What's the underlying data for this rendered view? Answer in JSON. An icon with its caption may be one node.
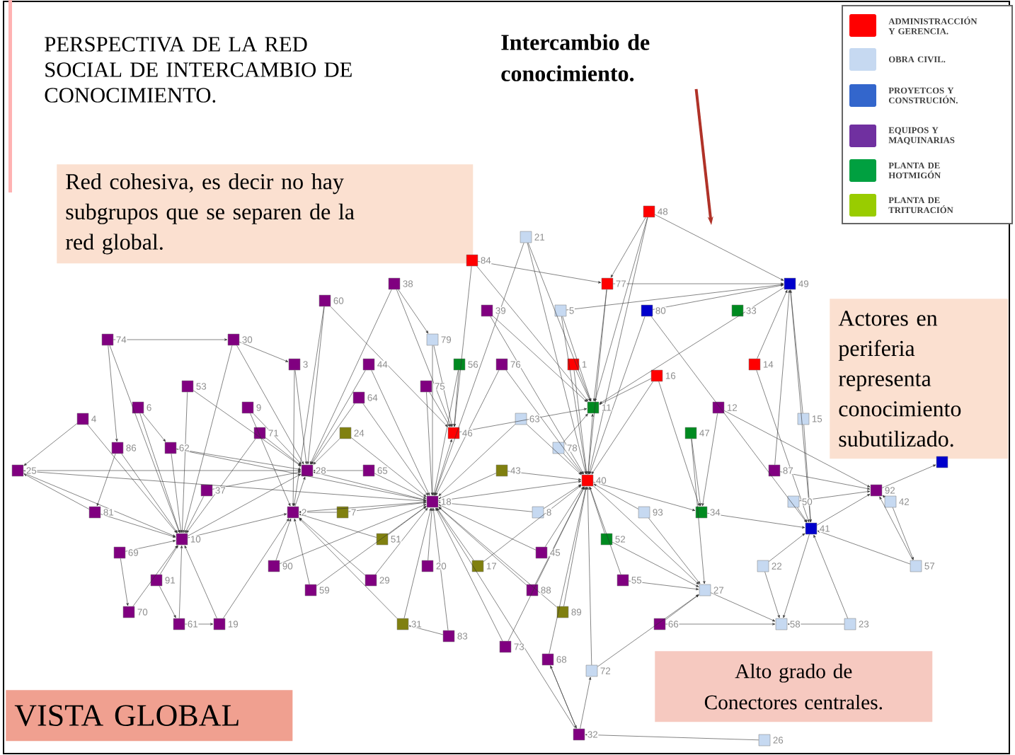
{
  "diagram": {
    "title": "PERSPECTIVA DE LA RED SOCIAL DE INTERCAMBIO DE CONOCIMIENTO.",
    "nodes": [
      {
        "text": [
          "Intercambio de conocimiento."
        ]
      },
      {
        "text": [
          "Red cohesiva, es decir no hay subgrupos que se separen de la red global."
        ]
      },
      {
        "text": [
          "Actores en periferia representa conocimiento subutilizado."
        ]
      },
      {
        "text": [
          "Alto grado de Conectores centrales."
        ]
      },
      {
        "text": [
          "VISTA GLOBAL"
        ]
      },
      {
        "text": [],
        "shape": "box",
        "beside": [
          "48"
        ]
      },
      {
        "text": [],
        "shape": "box",
        "beside": [
          "21"
        ]
      },
      {
        "text": [],
        "shape": "box",
        "beside": [
          "84"
        ]
      },
      {
        "text": [],
        "shape": "box",
        "beside": [
          "38"
        ]
      },
      {
        "text": [],
        "shape": "box",
        "beside": [
          "77"
        ]
      },
      {
        "text": [],
        "shape": "box",
        "beside": [
          "49"
        ]
      },
      {
        "text": [],
        "shape": "box",
        "beside": [
          "60"
        ]
      },
      {
        "text": [],
        "shape": "box",
        "beside": [
          "39"
        ]
      },
      {
        "text": [],
        "shape": "box",
        "beside": [
          "5"
        ]
      },
      {
        "text": [],
        "shape": "box",
        "beside": [
          "80"
        ]
      },
      {
        "text": [],
        "shape": "box",
        "beside": [
          "33"
        ]
      },
      {
        "text": [],
        "shape": "box",
        "beside": [
          "74"
        ]
      },
      {
        "text": [],
        "shape": "box",
        "beside": [
          "30"
        ]
      },
      {
        "text": [],
        "shape": "box",
        "beside": [
          "79"
        ]
      },
      {
        "text": [],
        "shape": "box",
        "beside": [
          "3"
        ]
      },
      {
        "text": [],
        "shape": "box",
        "beside": [
          "44"
        ]
      },
      {
        "text": [],
        "shape": "box",
        "beside": [
          "56"
        ]
      },
      {
        "text": [],
        "shape": "box",
        "beside": [
          "76"
        ]
      },
      {
        "text": [],
        "shape": "box",
        "beside": [
          "1"
        ]
      },
      {
        "text": [],
        "shape": "box",
        "beside": [
          "14"
        ]
      },
      {
        "text": [],
        "shape": "box",
        "beside": [
          "16"
        ]
      },
      {
        "text": [],
        "shape": "box",
        "beside": [
          "53"
        ]
      },
      {
        "text": [],
        "shape": "box",
        "beside": [
          "75"
        ]
      },
      {
        "text": [],
        "shape": "box",
        "beside": [
          "64"
        ]
      },
      {
        "text": [],
        "shape": "box",
        "beside": [
          "6"
        ]
      },
      {
        "text": [],
        "shape": "box",
        "beside": [
          "9"
        ]
      },
      {
        "text": [],
        "shape": "box",
        "beside": [
          "11"
        ]
      },
      {
        "text": [],
        "shape": "box",
        "beside": [
          "12"
        ]
      },
      {
        "text": [],
        "shape": "box",
        "beside": [
          "4"
        ]
      },
      {
        "text": [],
        "shape": "box",
        "beside": [
          "63"
        ]
      },
      {
        "text": [],
        "shape": "box",
        "beside": [
          "15"
        ]
      },
      {
        "text": [],
        "shape": "box",
        "beside": [
          "71"
        ]
      },
      {
        "text": [],
        "shape": "box",
        "beside": [
          "24"
        ]
      },
      {
        "text": [],
        "shape": "box",
        "beside": [
          "46"
        ]
      },
      {
        "text": [],
        "shape": "box",
        "beside": [
          "47"
        ]
      },
      {
        "text": [],
        "shape": "box",
        "beside": [
          "86"
        ]
      },
      {
        "text": [],
        "shape": "box",
        "beside": [
          "62"
        ]
      },
      {
        "text": [],
        "shape": "box",
        "beside": [
          "78"
        ]
      },
      {
        "text": [],
        "shape": "box",
        "beside": [
          "25"
        ]
      },
      {
        "text": [],
        "shape": "box",
        "beside": [
          "28"
        ]
      },
      {
        "text": [],
        "shape": "box",
        "beside": [
          "65"
        ]
      },
      {
        "text": [],
        "shape": "box",
        "beside": [
          "43"
        ]
      },
      {
        "text": [],
        "shape": "box",
        "beside": [
          "87"
        ]
      },
      {
        "text": [],
        "shape": "box",
        "beside": [
          "40"
        ]
      },
      {
        "text": [],
        "shape": "box",
        "beside": [
          "37"
        ]
      },
      {
        "text": [],
        "shape": "box",
        "beside": [
          "92"
        ]
      },
      {
        "text": [],
        "shape": "box",
        "beside": [
          "18"
        ]
      },
      {
        "text": [],
        "shape": "box",
        "beside": [
          "50"
        ]
      },
      {
        "text": [],
        "shape": "box",
        "beside": [
          "42"
        ]
      },
      {
        "text": [],
        "shape": "box",
        "beside": [
          "81"
        ]
      },
      {
        "text": [],
        "shape": "box",
        "beside": [
          "2"
        ]
      },
      {
        "text": [],
        "shape": "box",
        "beside": [
          "7"
        ]
      },
      {
        "text": [],
        "shape": "box",
        "beside": [
          "8"
        ]
      },
      {
        "text": [],
        "shape": "box",
        "beside": [
          "93"
        ]
      },
      {
        "text": [],
        "shape": "box",
        "beside": [
          "34"
        ]
      },
      {
        "text": [],
        "shape": "box",
        "beside": [
          "41"
        ]
      },
      {
        "text": [],
        "shape": "box",
        "beside": [
          "10"
        ]
      },
      {
        "text": [],
        "shape": "box",
        "beside": [
          "51"
        ]
      },
      {
        "text": [],
        "shape": "box",
        "beside": [
          "52"
        ]
      },
      {
        "text": [],
        "shape": "box",
        "beside": [
          "69"
        ]
      },
      {
        "text": [],
        "shape": "box",
        "beside": [
          "45"
        ]
      },
      {
        "text": [],
        "shape": "box",
        "beside": [
          "90"
        ]
      },
      {
        "text": [],
        "shape": "box",
        "beside": [
          "20"
        ]
      },
      {
        "text": [],
        "shape": "box",
        "beside": [
          "17"
        ]
      },
      {
        "text": [],
        "shape": "box",
        "beside": [
          "22"
        ]
      },
      {
        "text": [],
        "shape": "box",
        "beside": [
          "57"
        ]
      },
      {
        "text": [],
        "shape": "box",
        "beside": [
          "91"
        ]
      },
      {
        "text": [],
        "shape": "box",
        "beside": [
          "29"
        ]
      },
      {
        "text": [],
        "shape": "box",
        "beside": [
          "55"
        ]
      },
      {
        "text": [],
        "shape": "box",
        "beside": [
          "59"
        ]
      },
      {
        "text": [],
        "shape": "box",
        "beside": [
          "88"
        ]
      },
      {
        "text": [],
        "shape": "box",
        "beside": [
          "27"
        ]
      },
      {
        "text": [],
        "shape": "box",
        "beside": [
          "70"
        ]
      },
      {
        "text": [],
        "shape": "box",
        "beside": [
          "89"
        ]
      },
      {
        "text": [],
        "shape": "box",
        "beside": [
          "61"
        ]
      },
      {
        "text": [],
        "shape": "box",
        "beside": [
          "19"
        ]
      },
      {
        "text": [],
        "shape": "box",
        "beside": [
          "31"
        ]
      },
      {
        "text": [],
        "shape": "box",
        "beside": [
          "66"
        ]
      },
      {
        "text": [],
        "shape": "box",
        "beside": [
          "58"
        ]
      },
      {
        "text": [],
        "shape": "box",
        "beside": [
          "23"
        ]
      },
      {
        "text": [],
        "shape": "box",
        "beside": [
          "83"
        ]
      },
      {
        "text": [],
        "shape": "box",
        "beside": [
          "73"
        ]
      },
      {
        "text": [],
        "shape": "box",
        "beside": [
          "68"
        ]
      },
      {
        "text": [],
        "shape": "box",
        "beside": [
          "72"
        ]
      },
      {
        "text": [],
        "shape": "box",
        "beside": [
          "32"
        ]
      },
      {
        "text": [],
        "shape": "box",
        "beside": [
          "26"
        ]
      },
      {
        "text": [],
        "shape": "box"
      }
    ],
    "edges": [
      {
        "from": 0,
        "to": null,
        "arrow": "to",
        "style": "thick",
        "color": "#b03228"
      },
      {
        "from": 5,
        "to": 31,
        "arrow": "to"
      },
      {
        "from": 5,
        "to": 48,
        "arrow": "to"
      },
      {
        "from": 5,
        "to": 10,
        "arrow": "to"
      },
      {
        "from": 5,
        "to": 9,
        "arrow": "to"
      },
      {
        "from": 6,
        "to": 31,
        "arrow": "to"
      },
      {
        "from": 6,
        "to": 48,
        "arrow": "to"
      },
      {
        "from": 6,
        "to": 51,
        "arrow": "to"
      },
      {
        "from": 7,
        "to": 38,
        "arrow": "to"
      },
      {
        "from": 7,
        "to": 31,
        "arrow": "to"
      },
      {
        "from": 7,
        "to": 9,
        "arrow": "to"
      },
      {
        "from": 8,
        "to": 38,
        "arrow": "to"
      },
      {
        "from": 8,
        "to": 44,
        "arrow": "to"
      },
      {
        "from": 8,
        "to": 18,
        "arrow": "to"
      },
      {
        "from": 9,
        "to": 31,
        "arrow": "to"
      },
      {
        "from": 9,
        "to": 48,
        "arrow": "to"
      },
      {
        "from": 9,
        "to": 10,
        "arrow": "to"
      },
      {
        "from": 11,
        "to": 44,
        "arrow": "to"
      },
      {
        "from": 11,
        "to": 55,
        "arrow": "to"
      },
      {
        "from": 11,
        "to": 38,
        "arrow": "to"
      },
      {
        "from": 12,
        "to": 31,
        "arrow": "to"
      },
      {
        "from": 12,
        "to": 48,
        "arrow": "to"
      },
      {
        "from": 13,
        "to": 31,
        "arrow": "to"
      },
      {
        "from": 13,
        "to": 48,
        "arrow": "to"
      },
      {
        "from": 13,
        "to": 10,
        "arrow": "to"
      },
      {
        "from": 14,
        "to": 10,
        "arrow": "to"
      },
      {
        "from": 14,
        "to": 48,
        "arrow": "to"
      },
      {
        "from": 14,
        "to": 60,
        "arrow": "to"
      },
      {
        "from": 16,
        "to": 17,
        "arrow": "to"
      },
      {
        "from": 16,
        "to": 61,
        "arrow": "to"
      },
      {
        "from": 16,
        "to": 40,
        "arrow": "to"
      },
      {
        "from": 17,
        "to": 61,
        "arrow": "to"
      },
      {
        "from": 17,
        "to": 44,
        "arrow": "to"
      },
      {
        "from": 17,
        "to": 19,
        "arrow": "to"
      },
      {
        "from": 18,
        "to": 38,
        "arrow": "to"
      },
      {
        "from": 18,
        "to": 51,
        "arrow": "to"
      },
      {
        "from": 19,
        "to": 44,
        "arrow": "to"
      },
      {
        "from": 19,
        "to": 55,
        "arrow": "to"
      },
      {
        "from": 20,
        "to": 44,
        "arrow": "to"
      },
      {
        "from": 20,
        "to": 51,
        "arrow": "to"
      },
      {
        "from": 21,
        "to": 38,
        "arrow": "to"
      },
      {
        "from": 21,
        "to": 51,
        "arrow": "to"
      },
      {
        "from": 22,
        "to": 48,
        "arrow": "to"
      },
      {
        "from": 22,
        "to": 51,
        "arrow": "to"
      },
      {
        "from": 23,
        "to": 31,
        "arrow": "to"
      },
      {
        "from": 23,
        "to": 48,
        "arrow": "to"
      },
      {
        "from": 24,
        "to": 10,
        "arrow": "to"
      },
      {
        "from": 24,
        "to": 60,
        "arrow": "to"
      },
      {
        "from": 25,
        "to": 31,
        "arrow": "to"
      },
      {
        "from": 25,
        "to": 48,
        "arrow": "to"
      },
      {
        "from": 25,
        "to": 59,
        "arrow": "to"
      },
      {
        "from": 26,
        "to": 61,
        "arrow": "to"
      },
      {
        "from": 26,
        "to": 44,
        "arrow": "to"
      },
      {
        "from": 27,
        "to": 38,
        "arrow": "to"
      },
      {
        "from": 27,
        "to": 51,
        "arrow": "to"
      },
      {
        "from": 28,
        "to": 44,
        "arrow": "to"
      },
      {
        "from": 28,
        "to": 51,
        "arrow": "to"
      },
      {
        "from": 29,
        "to": 61,
        "arrow": "to"
      },
      {
        "from": 29,
        "to": 41,
        "arrow": "to"
      },
      {
        "from": 30,
        "to": 44,
        "arrow": "to"
      },
      {
        "from": 30,
        "to": 55,
        "arrow": "to"
      },
      {
        "from": 32,
        "to": 59,
        "arrow": "to"
      },
      {
        "from": 32,
        "to": 50,
        "arrow": "to"
      },
      {
        "from": 33,
        "to": 61,
        "arrow": "to"
      },
      {
        "from": 33,
        "to": 43,
        "arrow": "to"
      },
      {
        "from": 34,
        "to": 48,
        "arrow": "to"
      },
      {
        "from": 34,
        "to": 51,
        "arrow": "to"
      },
      {
        "from": 35,
        "to": 10,
        "arrow": "to"
      },
      {
        "from": 35,
        "to": 60,
        "arrow": "to"
      },
      {
        "from": 36,
        "to": 44,
        "arrow": "to"
      },
      {
        "from": 36,
        "to": 61,
        "arrow": "to"
      },
      {
        "from": 37,
        "to": 44,
        "arrow": "to"
      },
      {
        "from": 37,
        "to": 51,
        "arrow": "to"
      },
      {
        "from": 39,
        "to": 59,
        "arrow": "to"
      },
      {
        "from": 39,
        "to": 76,
        "arrow": "to"
      },
      {
        "from": 40,
        "to": 61,
        "arrow": "to"
      },
      {
        "from": 40,
        "to": 54,
        "arrow": "to"
      },
      {
        "from": 41,
        "to": 61,
        "arrow": "to"
      },
      {
        "from": 41,
        "to": 44,
        "arrow": "to"
      },
      {
        "from": 41,
        "to": 51,
        "arrow": "to"
      },
      {
        "from": 42,
        "to": 48,
        "arrow": "to"
      },
      {
        "from": 42,
        "to": 31,
        "arrow": "to"
      },
      {
        "from": 43,
        "to": 61,
        "arrow": "to"
      },
      {
        "from": 43,
        "to": 44,
        "arrow": "to"
      },
      {
        "from": 43,
        "to": 51,
        "arrow": "to"
      },
      {
        "from": 45,
        "to": 51,
        "arrow": "to"
      },
      {
        "from": 45,
        "to": 44,
        "arrow": "to"
      },
      {
        "from": 46,
        "to": 48,
        "arrow": "to"
      },
      {
        "from": 46,
        "to": 51,
        "arrow": "to"
      },
      {
        "from": 47,
        "to": 10,
        "arrow": "to"
      },
      {
        "from": 47,
        "to": 50,
        "arrow": "to"
      },
      {
        "from": 49,
        "to": 44,
        "arrow": "to"
      },
      {
        "from": 49,
        "to": 61,
        "arrow": "to"
      },
      {
        "from": 52,
        "to": 60,
        "arrow": "to"
      },
      {
        "from": 52,
        "to": 50,
        "arrow": "to"
      },
      {
        "from": 53,
        "to": 50,
        "arrow": "to"
      },
      {
        "from": 53,
        "to": 70,
        "arrow": "to"
      },
      {
        "from": 54,
        "to": 61,
        "arrow": "to"
      },
      {
        "from": 54,
        "to": 43,
        "arrow": "to"
      },
      {
        "from": 56,
        "to": 51,
        "arrow": "to"
      },
      {
        "from": 56,
        "to": 55,
        "arrow": "to"
      },
      {
        "from": 57,
        "to": 48,
        "arrow": "to"
      },
      {
        "from": 57,
        "to": 51,
        "arrow": "to"
      },
      {
        "from": 58,
        "to": 48,
        "arrow": "to"
      },
      {
        "from": 58,
        "to": 76,
        "arrow": "to"
      },
      {
        "from": 62,
        "to": 51,
        "arrow": "to"
      },
      {
        "from": 62,
        "to": 55,
        "arrow": "to"
      },
      {
        "from": 63,
        "to": 48,
        "arrow": "to"
      },
      {
        "from": 63,
        "to": 76,
        "arrow": "to"
      },
      {
        "from": 64,
        "to": 61,
        "arrow": "to"
      },
      {
        "from": 64,
        "to": 77,
        "arrow": "to"
      },
      {
        "from": 65,
        "to": 48,
        "arrow": "to"
      },
      {
        "from": 65,
        "to": 51,
        "arrow": "to"
      },
      {
        "from": 66,
        "to": 55,
        "arrow": "to"
      },
      {
        "from": 66,
        "to": 51,
        "arrow": "to"
      },
      {
        "from": 67,
        "to": 51,
        "arrow": "to"
      },
      {
        "from": 68,
        "to": 51,
        "arrow": "to"
      },
      {
        "from": 68,
        "to": 48,
        "arrow": "to"
      },
      {
        "from": 69,
        "to": 60,
        "arrow": "to"
      },
      {
        "from": 69,
        "to": 83,
        "arrow": "to"
      },
      {
        "from": 70,
        "to": 50,
        "arrow": "to"
      },
      {
        "from": 70,
        "to": 60,
        "arrow": "to"
      },
      {
        "from": 71,
        "to": 61,
        "arrow": "to"
      },
      {
        "from": 71,
        "to": 79,
        "arrow": "to"
      },
      {
        "from": 72,
        "to": 51,
        "arrow": "to"
      },
      {
        "from": 72,
        "to": 55,
        "arrow": "to"
      },
      {
        "from": 73,
        "to": 48,
        "arrow": "to"
      },
      {
        "from": 73,
        "to": 76,
        "arrow": "to"
      },
      {
        "from": 74,
        "to": 55,
        "arrow": "to"
      },
      {
        "from": 74,
        "to": 51,
        "arrow": "to"
      },
      {
        "from": 75,
        "to": 48,
        "arrow": "to"
      },
      {
        "from": 75,
        "to": 51,
        "arrow": "to"
      },
      {
        "from": 77,
        "to": 61,
        "arrow": "to"
      },
      {
        "from": 78,
        "to": 48,
        "arrow": "to"
      },
      {
        "from": 78,
        "to": 51,
        "arrow": "to"
      },
      {
        "from": 79,
        "to": 61,
        "arrow": "to"
      },
      {
        "from": 79,
        "to": 80,
        "arrow": "to"
      },
      {
        "from": 80,
        "to": 61,
        "arrow": "to"
      },
      {
        "from": 80,
        "to": 55,
        "arrow": "to"
      },
      {
        "from": 81,
        "to": 51,
        "arrow": "to"
      },
      {
        "from": 81,
        "to": 55,
        "arrow": "to"
      },
      {
        "from": 82,
        "to": 76,
        "arrow": "to"
      },
      {
        "from": 82,
        "to": 83,
        "arrow": "to"
      },
      {
        "from": 84,
        "to": 83,
        "arrow": "to"
      },
      {
        "from": 84,
        "to": 60,
        "arrow": "to"
      },
      {
        "from": 85,
        "to": 51,
        "arrow": "to"
      },
      {
        "from": 85,
        "to": 81,
        "arrow": "to"
      },
      {
        "from": 86,
        "to": 48,
        "arrow": "to"
      },
      {
        "from": 86,
        "to": 51,
        "arrow": "to"
      },
      {
        "from": 87,
        "to": 48,
        "arrow": "to"
      },
      {
        "from": 87,
        "to": 89,
        "arrow": "to"
      },
      {
        "from": 88,
        "to": 48,
        "arrow": "to"
      },
      {
        "from": 88,
        "to": 76,
        "arrow": "to"
      },
      {
        "from": 89,
        "to": 51,
        "arrow": "to"
      },
      {
        "from": 89,
        "to": 87,
        "arrow": "to"
      },
      {
        "from": 89,
        "to": 88,
        "arrow": "to"
      },
      {
        "from": 90,
        "to": 89,
        "arrow": "to"
      },
      {
        "from": 50,
        "to": 91,
        "arrow": "to"
      },
      {
        "from": 51,
        "to": 48,
        "arrow": "to"
      },
      {
        "from": 51,
        "to": 44,
        "arrow": "to"
      },
      {
        "from": 51,
        "to": 55,
        "arrow": "to"
      },
      {
        "from": 51,
        "to": 38,
        "arrow": "to"
      },
      {
        "from": 48,
        "to": 31,
        "arrow": "to"
      },
      {
        "from": 48,
        "to": 59,
        "arrow": "to"
      },
      {
        "from": 48,
        "to": 76,
        "arrow": "to"
      },
      {
        "from": 10,
        "to": 31,
        "arrow": "to"
      },
      {
        "from": 10,
        "to": 60,
        "arrow": "to"
      },
      {
        "from": 59,
        "to": 60,
        "arrow": "to"
      },
      {
        "from": 76,
        "to": 83,
        "arrow": "to"
      },
      {
        "from": 60,
        "to": 50,
        "arrow": "to"
      },
      {
        "from": 55,
        "to": 44,
        "arrow": "to"
      },
      {
        "from": 61,
        "to": 55,
        "arrow": "to"
      },
      {
        "from": 61,
        "to": 44,
        "arrow": "to"
      },
      {
        "from": 38,
        "to": 31,
        "arrow": "to"
      },
      {
        "from": 60,
        "to": 83,
        "arrow": "to"
      }
    ],
    "legend": [
      {
        "text": "ADMINISTRACCIÓN Y GERENCIA.",
        "color": "#ff0000"
      },
      {
        "text": "OBRA CIVIL.",
        "color": "#c6d9f1"
      },
      {
        "text": "PROYETCOS Y CONSTRUCIÓN.",
        "color": "#3366cc"
      },
      {
        "text": "EQUIPOS Y MAQUINARIAS",
        "color": "#7030a0"
      },
      {
        "text": "PLANTA DE HOTMIGÓN",
        "color": "#00a040"
      },
      {
        "text": "PLANTA DE TRITURACIÓN",
        "color": "#99cc00"
      }
    ]
  }
}
